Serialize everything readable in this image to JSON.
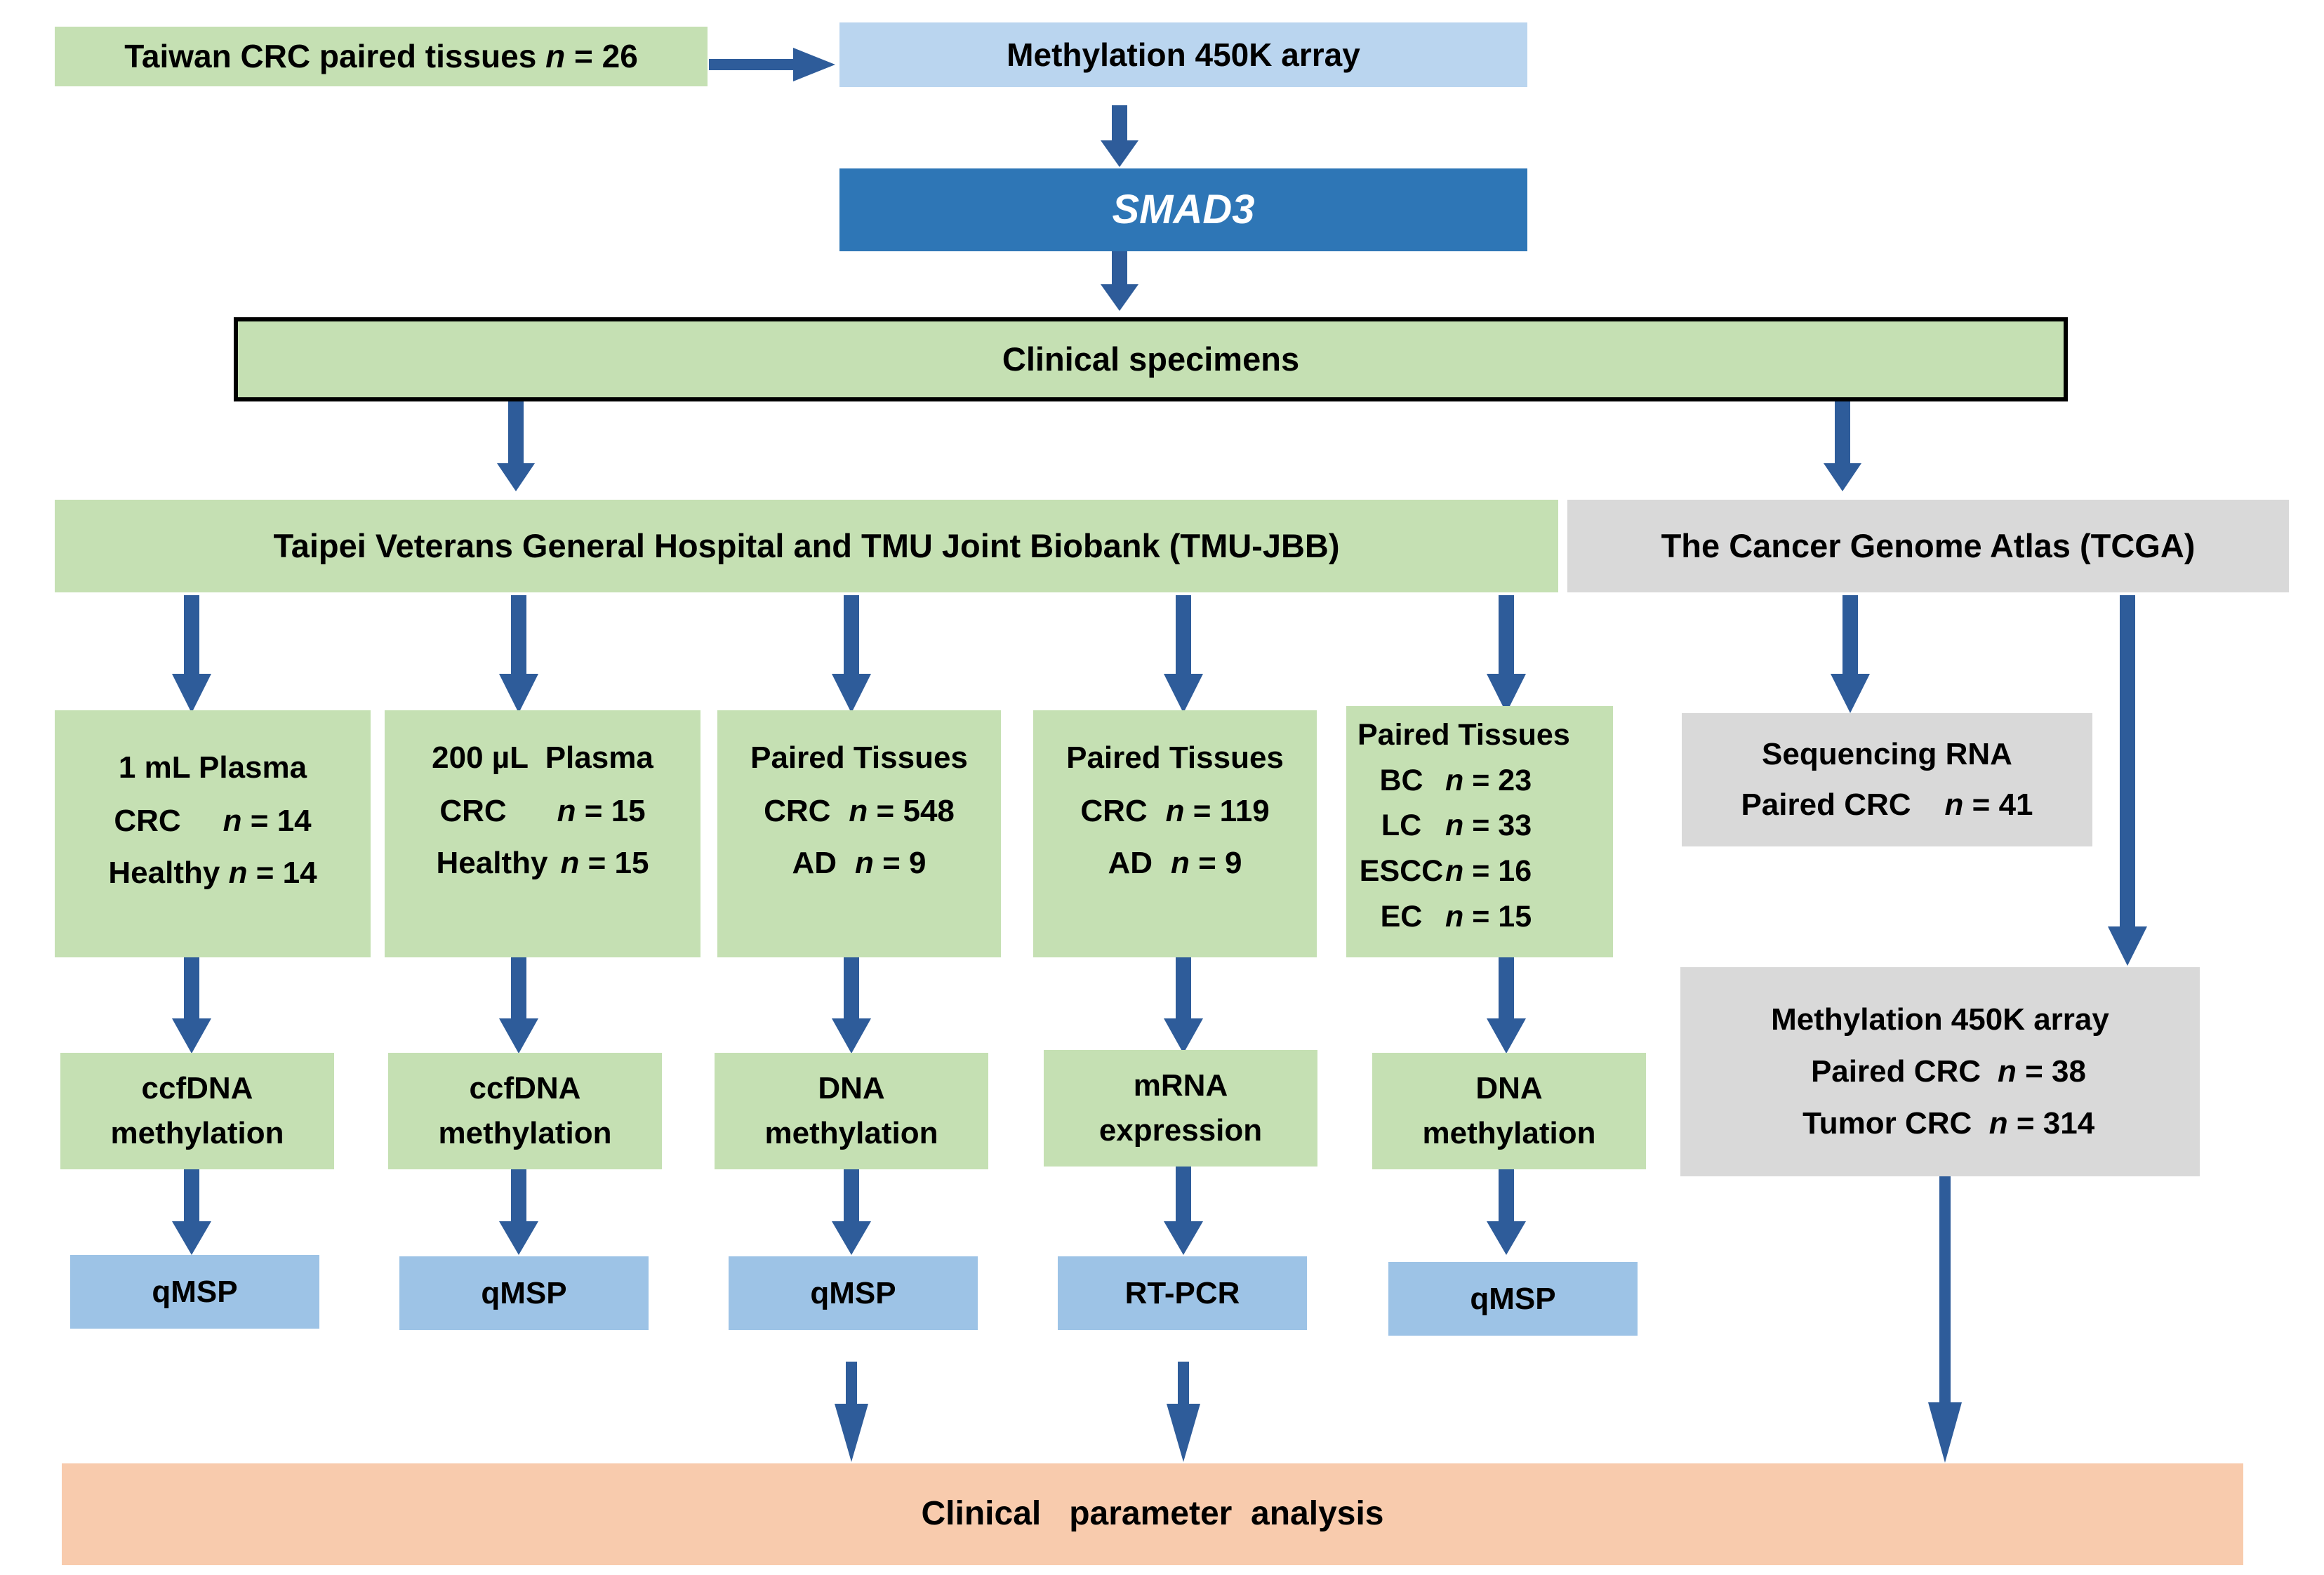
{
  "colors": {
    "green": "#C5E0B3",
    "light_blue": "#BAD5EF",
    "dark_blue": "#2E76B6",
    "gray": "#D9D9D9",
    "msp_blue": "#9DC3E6",
    "peach": "#F8CBAD",
    "arrow": "#2E5C9A",
    "text": "#000000"
  },
  "nodes": {
    "taiwan_tissues": "Taiwan CRC paired tissues  n = 26",
    "taiwan_tissues_parts": {
      "text": "Taiwan CRC paired tissues ",
      "n": "n",
      "value": " = 26"
    },
    "methylation_array_top": "Methylation 450K array",
    "smad3": "SMAD3",
    "clinical_specimens": "Clinical specimens",
    "tmu_jbb": "Taipei Veterans General Hospital and TMU Joint Biobank (TMU-JBB)",
    "tcga": "The Cancer Genome Atlas (TCGA)",
    "bottom_bar": "Clinical   parameter  analysis"
  },
  "sample_boxes": [
    {
      "id": "plasma-1ml",
      "title": "1 mL Plasma",
      "rows": [
        {
          "label": "CRC",
          "n": "n",
          "eq": "= 14"
        },
        {
          "label": "Healthy",
          "n": "n",
          "eq": "= 14"
        }
      ]
    },
    {
      "id": "plasma-200ul",
      "title": "200 µL  Plasma",
      "rows": [
        {
          "label": "CRC",
          "n": "n",
          "eq": "= 15"
        },
        {
          "label": "Healthy",
          "n": "n",
          "eq": "= 15"
        }
      ]
    },
    {
      "id": "paired-tissues-548",
      "title": "Paired Tissues",
      "rows": [
        {
          "label": "CRC",
          "n": "n",
          "eq": "= 548"
        },
        {
          "label": "AD",
          "n": "n",
          "eq": "= 9"
        }
      ]
    },
    {
      "id": "paired-tissues-119",
      "title": "Paired Tissues",
      "rows": [
        {
          "label": "CRC",
          "n": "n",
          "eq": "= 119"
        },
        {
          "label": "AD",
          "n": "n",
          "eq": "= 9"
        }
      ]
    },
    {
      "id": "paired-tissues-multicancer",
      "title": "Paired Tissues",
      "rows": [
        {
          "label": "BC",
          "n": "n",
          "eq": "= 23"
        },
        {
          "label": "LC",
          "n": "n",
          "eq": "= 33"
        },
        {
          "label": "ESCC",
          "n": "n",
          "eq": "= 16"
        },
        {
          "label": "EC",
          "n": "n",
          "eq": "= 15"
        }
      ]
    }
  ],
  "tcga_boxes": [
    {
      "id": "sequencing-rna",
      "title": "Sequencing RNA",
      "rows": [
        {
          "label": "Paired CRC",
          "n": "n",
          "eq": "= 41"
        }
      ]
    },
    {
      "id": "tcga-methylation-450k",
      "title": "Methylation 450K array",
      "rows": [
        {
          "label": "Paired CRC",
          "n": "n",
          "eq": "= 38"
        },
        {
          "label": "Tumor CRC",
          "n": "n",
          "eq": "= 314"
        }
      ]
    }
  ],
  "assay_boxes": [
    {
      "id": "ccfdna-methylation-1",
      "line1": "ccfDNA",
      "line2": "methylation"
    },
    {
      "id": "ccfdna-methylation-2",
      "line1": "ccfDNA",
      "line2": "methylation"
    },
    {
      "id": "dna-methylation-1",
      "line1": "DNA",
      "line2": "methylation"
    },
    {
      "id": "mrna-expression",
      "line1": "mRNA",
      "line2": "expression"
    },
    {
      "id": "dna-methylation-2",
      "line1": "DNA",
      "line2": "methylation"
    }
  ],
  "method_boxes": [
    {
      "id": "qmsp-1",
      "label": "qMSP"
    },
    {
      "id": "qmsp-2",
      "label": "qMSP"
    },
    {
      "id": "qmsp-3",
      "label": "qMSP"
    },
    {
      "id": "rt-pcr",
      "label": "RT-PCR"
    },
    {
      "id": "qmsp-4",
      "label": "qMSP"
    }
  ]
}
